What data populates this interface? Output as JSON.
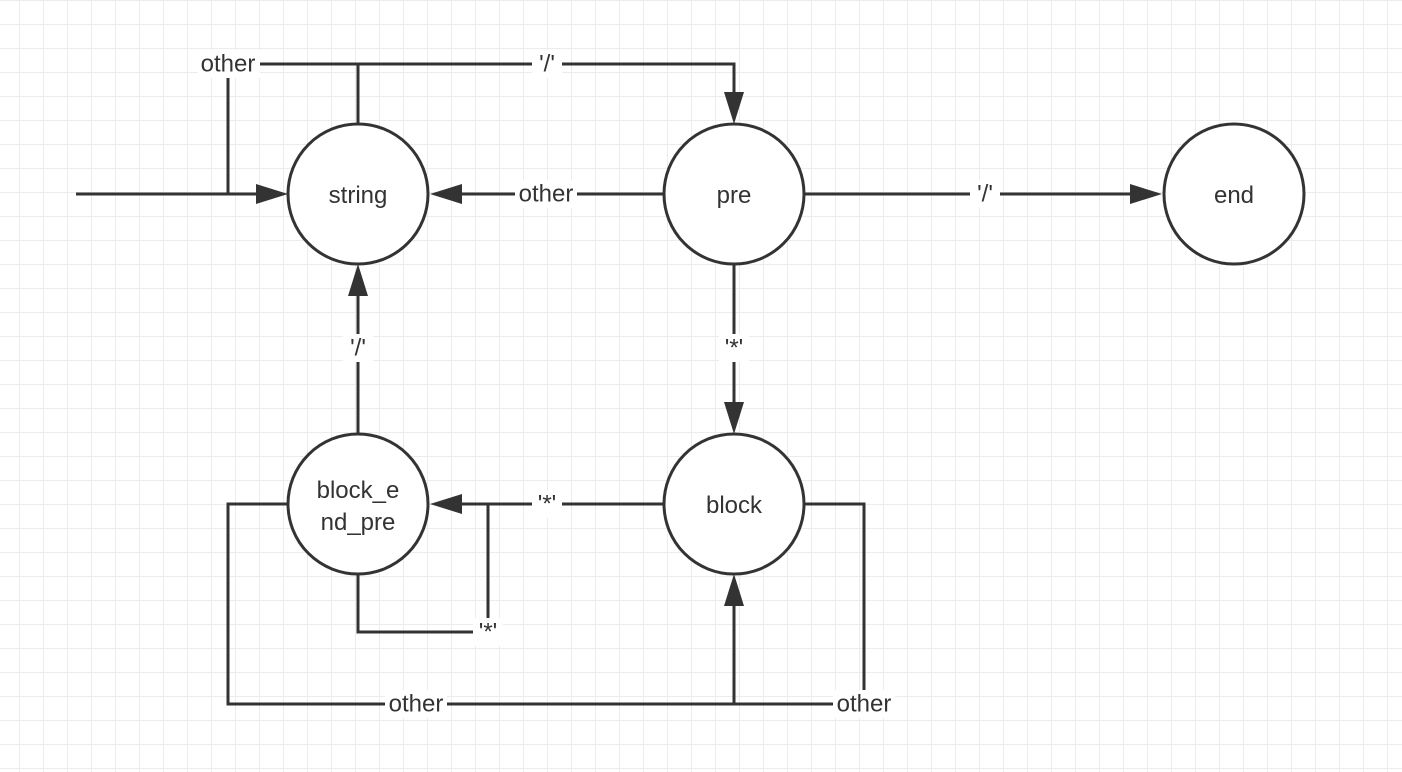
{
  "states": {
    "string": "string",
    "pre": "pre",
    "end": "end",
    "block_end_pre": [
      "block_e",
      "nd_pre"
    ],
    "block": "block"
  },
  "edge_labels": {
    "string_self_other": "other",
    "string_to_pre": "'/'",
    "pre_to_string": "other",
    "pre_to_end": "'/'",
    "pre_to_block": "'*'",
    "block_end_pre_to_string": "'/'",
    "block_to_block_end_pre": "'*'",
    "block_end_pre_self": "'*'",
    "block_end_pre_to_block": "other",
    "block_self_other": "other"
  },
  "colors": {
    "stroke": "#333333",
    "background": "#ffffff",
    "grid": "#ececec"
  }
}
